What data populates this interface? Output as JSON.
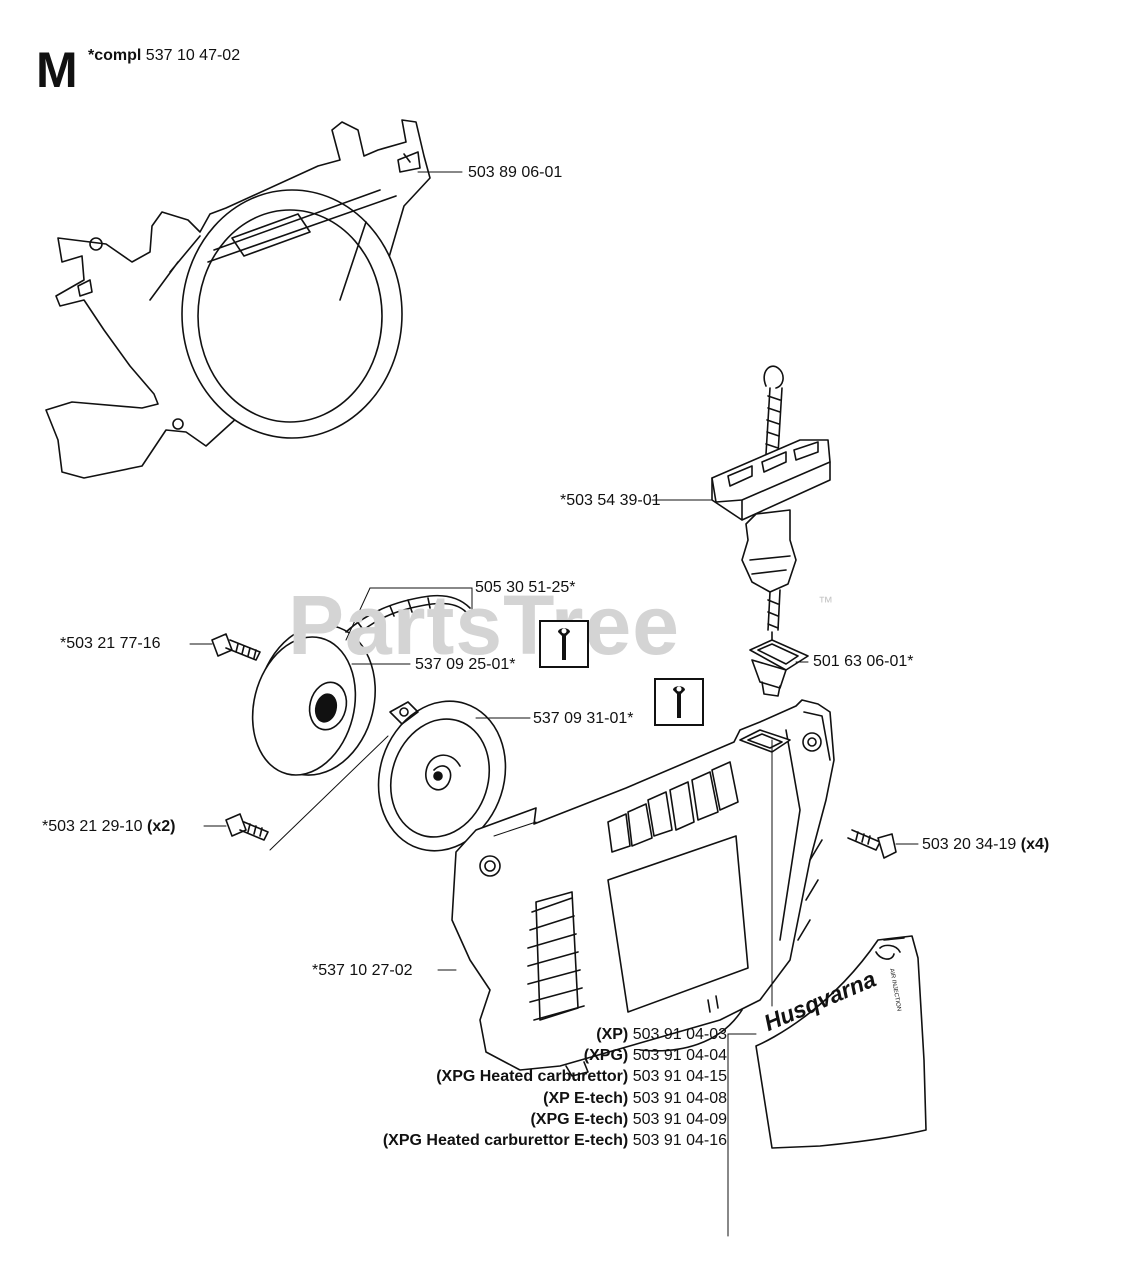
{
  "header": {
    "section": "M",
    "compl_prefix": "*compl",
    "compl_number": "537 10 47-02"
  },
  "watermark": {
    "text": "PartsTree",
    "tm": "™"
  },
  "parts": {
    "cover_frame": "503 89 06-01",
    "starter_handle": "*503 54 39-01",
    "rope": "505 30 51-25*",
    "screw_1": "*503 21 77-16",
    "pulley": "537 09 25-01*",
    "rope_guide": "501 63 06-01*",
    "spring_cassette": "537 09 31-01*",
    "screw_2": "*503 21 29-10",
    "screw_2_qty": "(x2)",
    "screw_3": "503 20 34-19",
    "screw_3_qty": "(x4)",
    "starter_housing": "*537 10 27-02"
  },
  "decal": {
    "brand": "Husqvarna",
    "sub": "AIR INJECTION"
  },
  "variants": [
    {
      "model": "(XP)",
      "number": "503 91 04-03"
    },
    {
      "model": "(XPG)",
      "number": "503 91 04-04"
    },
    {
      "model": "(XPG Heated carburettor)",
      "number": "503 91 04-15"
    },
    {
      "model": "(XP E-tech)",
      "number": "503 91 04-08"
    },
    {
      "model": "(XPG E-tech)",
      "number": "503 91 04-09"
    },
    {
      "model": "(XPG Heated carburettor E-tech)",
      "number": "503 91 04-16"
    }
  ],
  "colors": {
    "line": "#111111",
    "watermark": "#d4d4d4"
  }
}
